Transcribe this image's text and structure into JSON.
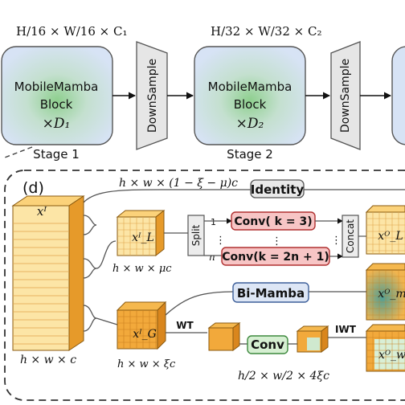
{
  "top": {
    "dims1": "H/16 × W/16 × C₁",
    "dims2": "H/32 × W/32 × C₂",
    "block1": {
      "line1": "MobileMamba",
      "line2": "Block",
      "mult": "×D₁"
    },
    "block2": {
      "line1": "MobileMamba",
      "line2": "Block",
      "mult": "×D₂"
    },
    "downsample1": "DownSample",
    "downsample2": "DownSample",
    "stage1": "Stage 1",
    "stage2": "Stage 2"
  },
  "detail": {
    "label": "(d)",
    "top_dims": "h × w × (1 − ξ − μ)c",
    "identity": "Identity",
    "input_sym": "xᴵ",
    "input_dims": "h × w × c",
    "local_sym": "xᴵ_L",
    "local_dims": "h × w × μc",
    "global_sym": "xᴵ_G",
    "global_dims": "h × w × ξc",
    "split": "Split",
    "concat": "Concat",
    "n1": "1",
    "nn": "n",
    "conv_top": "Conv( k = 3)",
    "conv_bottom": "Conv(k = 2n + 1)",
    "dots": "⋮",
    "bimamba": "Bi-Mamba",
    "wt": "WT",
    "iwt": "IWT",
    "conv": "Conv",
    "wavelet_dims": "h/2 × w/2 × 4ξc",
    "out_local": "xᴼ_L",
    "out_m": "xᴼ_m",
    "out_w": "xᴼ_w"
  },
  "colors": {
    "block_fill": "#d7e3f5",
    "block_center": "#8ecf8e",
    "cube_orange": "#f2a93b",
    "cube_light": "#fde9a8",
    "conv_red": "#f7c5c5",
    "bimamba_blue": "#dde6f5",
    "conv_green": "#d6efd2",
    "teal": "#5aa59a"
  }
}
